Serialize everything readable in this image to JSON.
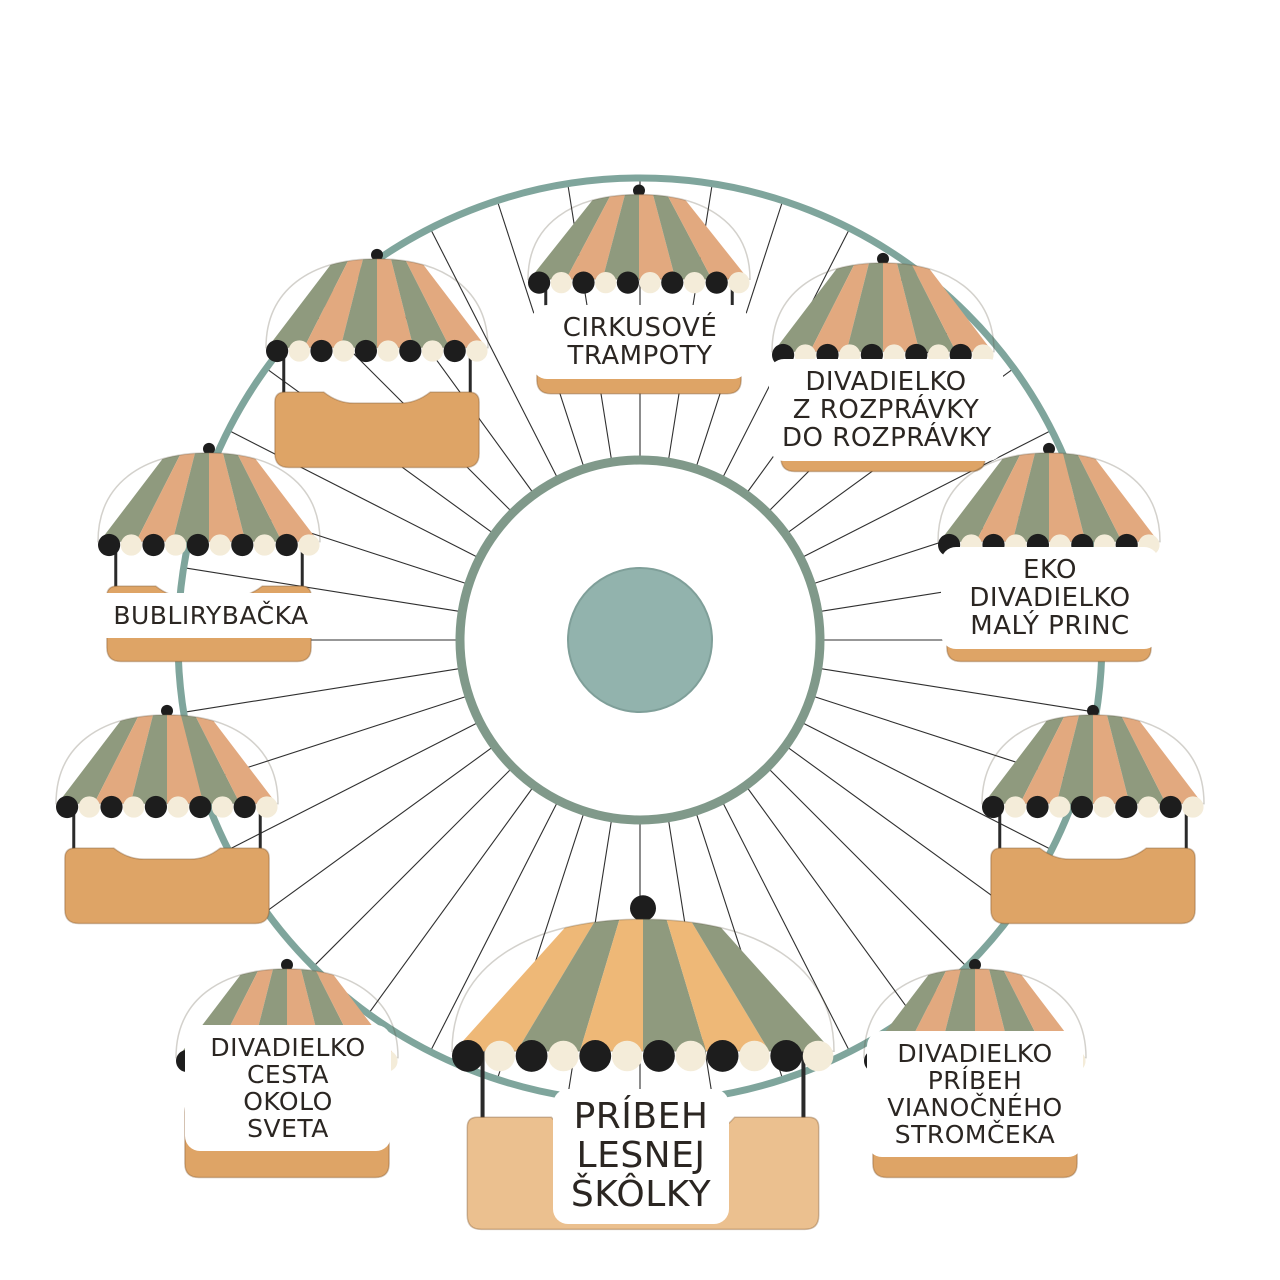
{
  "colors": {
    "rim": "#7fa59c",
    "hub_ring": "#80998a",
    "hub": "#92b3ad",
    "spoke": "#2f2f2f",
    "stripe_green": "#8f9a7e",
    "stripe_peach": "#e2a97f",
    "stripe_apricot": "#eeb877",
    "scallop": "#f4ecd9",
    "dot": "#1d1d1d",
    "basket": "#dea466",
    "basket_light": "#ebc08f"
  },
  "cabins": [
    {
      "id": "cirkusove-trampoty",
      "lines": [
        "CIRKUSOVÉ",
        "TRAMPOTY"
      ]
    },
    {
      "id": "divadielko-z-rozpravky",
      "lines": [
        "DIVADIELKO",
        "Z ROZPRÁVKY",
        "DO ROZPRÁVKY"
      ]
    },
    {
      "id": "eko-divadielko",
      "lines": [
        "EKO",
        "DIVADIELKO",
        "MALÝ PRINC"
      ]
    },
    {
      "id": "empty-right",
      "lines": []
    },
    {
      "id": "divadielko-pribeh-vianocneho",
      "lines": [
        "DIVADIELKO",
        "PRÍBEH",
        "VIANOČNÉHO",
        "STROMČEKA"
      ]
    },
    {
      "id": "pribeh-lesnej-skolky",
      "lines": [
        "PRÍBEH",
        "LESNEJ",
        "ŠKÔLKY"
      ]
    },
    {
      "id": "divadielko-cesta-okolo-sveta",
      "lines": [
        "DIVADIELKO",
        "CESTA",
        "OKOLO",
        "SVETA"
      ]
    },
    {
      "id": "empty-left-lower",
      "lines": []
    },
    {
      "id": "bublirybacka",
      "lines": [
        "BUBLIRYBAČKA"
      ]
    },
    {
      "id": "empty-left-upper",
      "lines": []
    }
  ]
}
